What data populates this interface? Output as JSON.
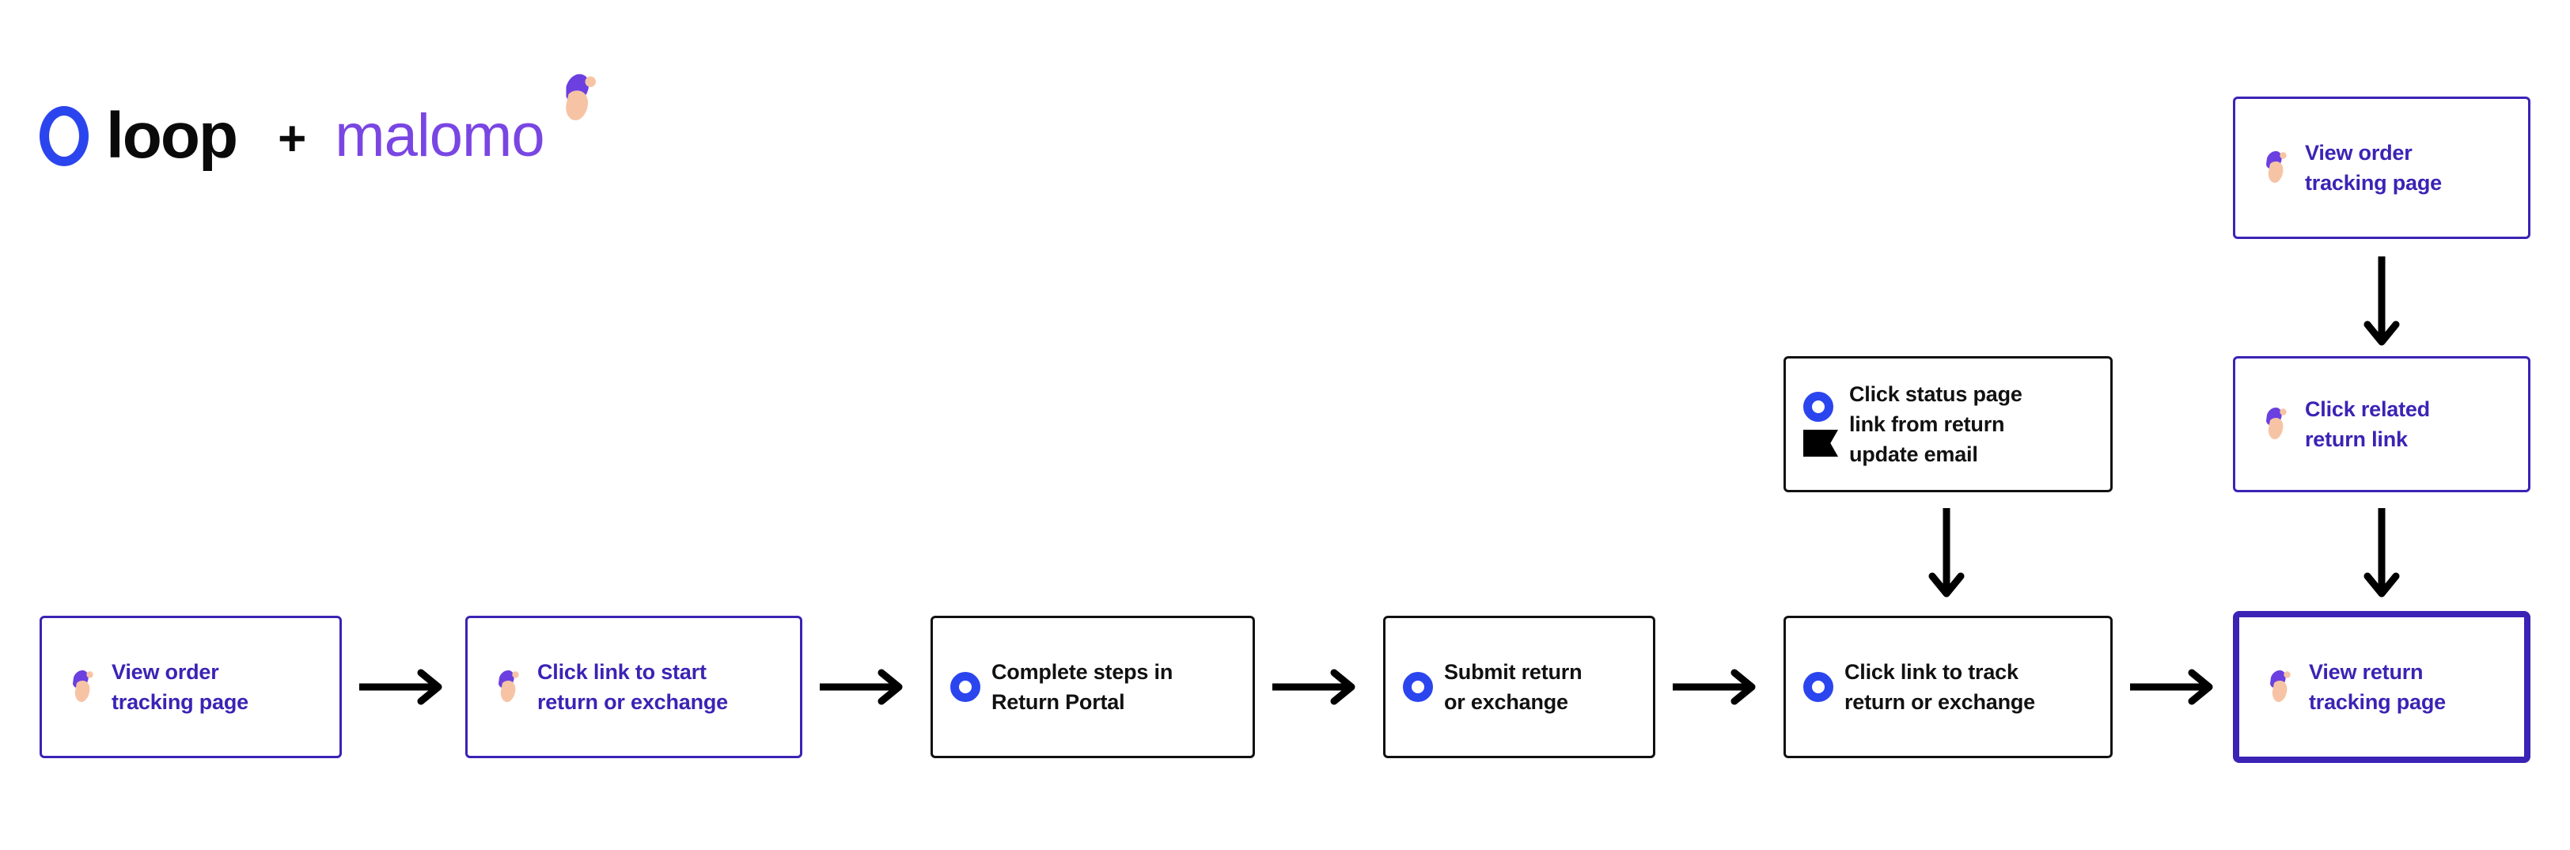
{
  "brand": {
    "loop_name": "loop",
    "plus": "+",
    "malomo_name": "malomo",
    "loop_blue": "#2B45EE",
    "malomo_purple": "#7A46E3",
    "node_purple": "#3B23B5",
    "node_dark": "#111111",
    "peach": "#F6C4A5"
  },
  "diagram": {
    "type": "flowchart",
    "title": "loop + malomo return journey",
    "main_flow": [
      {
        "id": "view-order-tracking-page",
        "label": "View order\ntracking page",
        "icon": "malomo-butterfly-icon",
        "style": "purple",
        "text_color": "purple"
      },
      {
        "id": "click-link-to-start-return-or-exchange",
        "label": "Click link to start\nreturn or exchange",
        "icon": "malomo-butterfly-icon",
        "style": "purple",
        "text_color": "purple"
      },
      {
        "id": "complete-steps-in-return-portal",
        "label": "Complete steps in\nReturn Portal",
        "icon": "loop-circle-icon",
        "style": "dark",
        "text_color": "dark"
      },
      {
        "id": "submit-return-or-exchange",
        "label": "Submit return\nor exchange",
        "icon": "loop-circle-icon",
        "style": "dark",
        "text_color": "dark"
      },
      {
        "id": "click-link-to-track-return-or-exchange",
        "label": "Click link to track\nreturn or exchange",
        "icon": "loop-circle-icon",
        "style": "dark",
        "text_color": "dark"
      },
      {
        "id": "view-return-tracking-page",
        "label": "View return\ntracking page",
        "icon": "malomo-butterfly-icon",
        "style": "purple-thick",
        "text_color": "purple"
      }
    ],
    "branch_nodes": [
      {
        "id": "click-status-page-link-from-return-update-email",
        "label": "Click status page\nlink from return\nupdate email",
        "icons": [
          "loop-circle-icon",
          "email-flag-icon"
        ],
        "style": "dark",
        "text_color": "dark"
      },
      {
        "id": "view-order-tracking-page-top",
        "label": "View order\ntracking page",
        "icon": "malomo-butterfly-icon",
        "style": "purple",
        "text_color": "purple"
      },
      {
        "id": "click-related-return-link",
        "label": "Click related\nreturn link",
        "icon": "malomo-butterfly-icon",
        "style": "purple",
        "text_color": "purple"
      }
    ],
    "connectors": [
      {
        "from": "view-order-tracking-page",
        "to": "click-link-to-start-return-or-exchange",
        "direction": "right"
      },
      {
        "from": "click-link-to-start-return-or-exchange",
        "to": "complete-steps-in-return-portal",
        "direction": "right"
      },
      {
        "from": "complete-steps-in-return-portal",
        "to": "submit-return-or-exchange",
        "direction": "right"
      },
      {
        "from": "submit-return-or-exchange",
        "to": "click-link-to-track-return-or-exchange",
        "direction": "right"
      },
      {
        "from": "click-link-to-track-return-or-exchange",
        "to": "view-return-tracking-page",
        "direction": "right"
      },
      {
        "from": "click-status-page-link-from-return-update-email",
        "to": "click-link-to-track-return-or-exchange",
        "direction": "down"
      },
      {
        "from": "view-order-tracking-page-top",
        "to": "click-related-return-link",
        "direction": "down"
      },
      {
        "from": "click-related-return-link",
        "to": "view-return-tracking-page",
        "direction": "down"
      }
    ]
  }
}
